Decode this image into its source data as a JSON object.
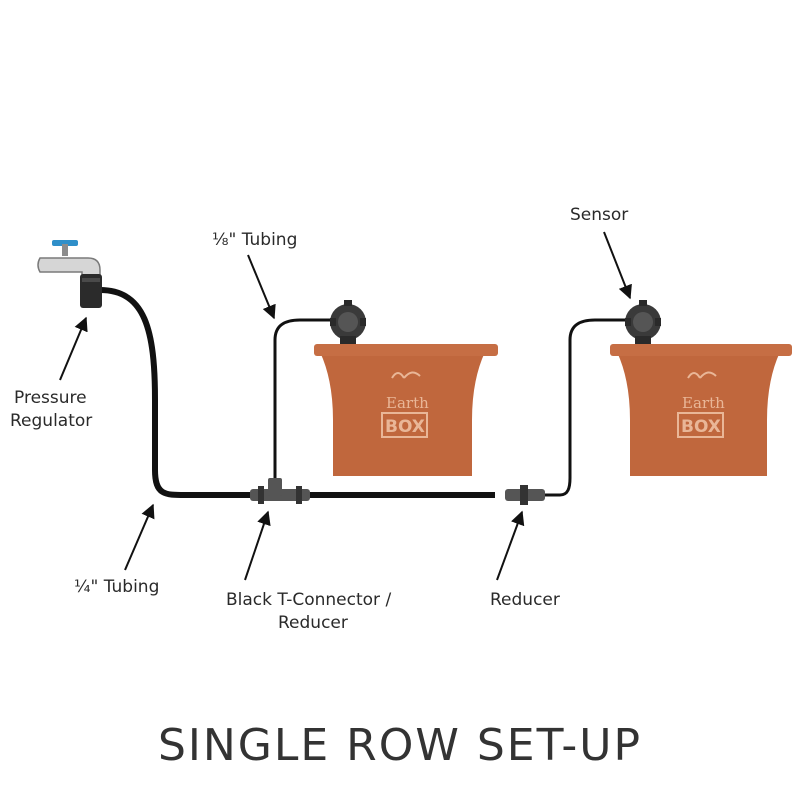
{
  "title": "SINGLE ROW SET-UP",
  "labels": {
    "pressure_regulator_line1": "Pressure",
    "pressure_regulator_line2": "Regulator",
    "tubing_eighth": "⅛\" Tubing",
    "tubing_quarter": "¼\" Tubing",
    "t_connector_line1": "Black T-Connector /",
    "t_connector_line2": "Reducer",
    "reducer": "Reducer",
    "sensor": "Sensor"
  },
  "planter_logo": {
    "line1": "Earth",
    "line2": "BOX"
  },
  "colors": {
    "pot": "#c0673d",
    "pot_rim": "#c66e44",
    "tubing": "#111111",
    "faucet": "#d6d6d6",
    "faucet_handle": "#2f8fc9",
    "regulator": "#2b2b2b",
    "sensor": "#3a3a3a",
    "connector": "#555555"
  },
  "icons": [
    "faucet-icon",
    "pressure-regulator-icon",
    "t-connector-icon",
    "reducer-icon",
    "sensor-icon",
    "planter-icon"
  ]
}
